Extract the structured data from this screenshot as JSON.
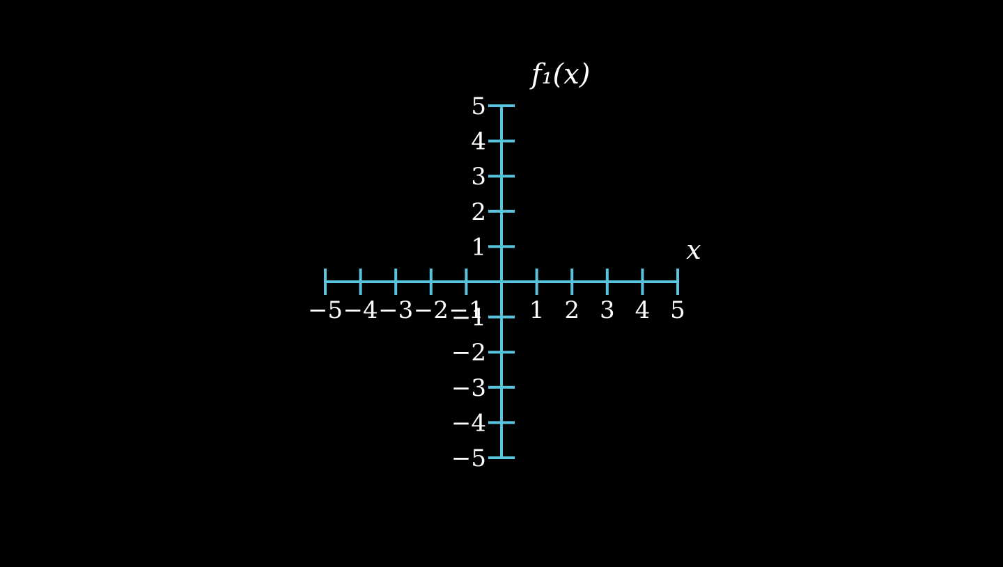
{
  "chart_data": {
    "type": "line",
    "xlabel": "x",
    "ylabel": "f₁(x)",
    "xlim": [
      -5,
      5
    ],
    "ylim": [
      -5,
      5
    ],
    "xticks": [
      -5,
      -4,
      -3,
      -2,
      -1,
      1,
      2,
      3,
      4,
      5
    ],
    "yticks": [
      -5,
      -4,
      -3,
      -2,
      -1,
      1,
      2,
      3,
      4,
      5
    ],
    "xtick_labels": [
      "−5",
      "−4",
      "−3",
      "−2",
      "−1",
      "1",
      "2",
      "3",
      "4",
      "5"
    ],
    "ytick_labels": [
      "−5",
      "−4",
      "−3",
      "−2",
      "−1",
      "1",
      "2",
      "3",
      "4",
      "5"
    ],
    "series": [],
    "grid": false,
    "axis_color": "#58C4DD",
    "text_color": "#FFFFFF",
    "background": "#000000"
  }
}
